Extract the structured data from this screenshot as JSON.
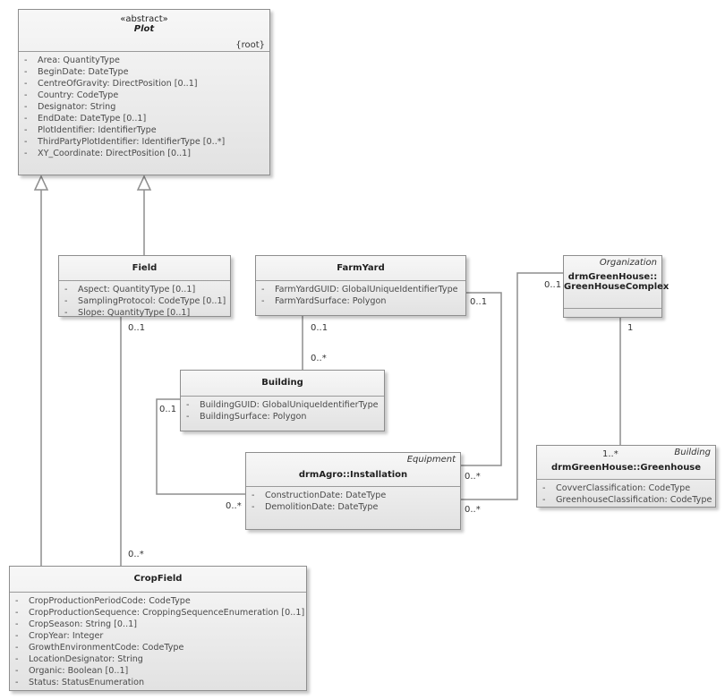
{
  "classes": {
    "plot": {
      "stereotype": "«abstract»",
      "name": "Plot",
      "tag": "{root}",
      "attributes": [
        "Area: QuantityType",
        "BeginDate: DateType",
        "CentreOfGravity: DirectPosition [0..1]",
        "Country: CodeType",
        "Designator: String",
        "EndDate: DateType [0..1]",
        "PlotIdentifier: IdentifierType",
        "ThirdPartyPlotIdentifier: IdentifierType [0..*]",
        "XY_Coordinate: DirectPosition [0..1]"
      ]
    },
    "field": {
      "name": "Field",
      "attributes": [
        "Aspect: QuantityType [0..1]",
        "SamplingProtocol: CodeType [0..1]",
        "Slope: QuantityType [0..1]"
      ]
    },
    "farmyard": {
      "name": "FarmYard",
      "attributes": [
        "FarmYardGUID: GlobalUniqueIdentifierType",
        "FarmYardSurface: Polygon"
      ]
    },
    "greenhouse_complex": {
      "corner": "Organization",
      "name_line1": "drmGreenHouse::",
      "name_line2": "GreenHouseComplex"
    },
    "building": {
      "name": "Building",
      "attributes": [
        "BuildingGUID: GlobalUniqueIdentifierType",
        "BuildingSurface: Polygon"
      ]
    },
    "installation": {
      "corner": "Equipment",
      "name": "drmAgro::Installation",
      "attributes": [
        "ConstructionDate: DateType",
        "DemolitionDate: DateType"
      ]
    },
    "greenhouse": {
      "corner": "Building",
      "name": "drmGreenHouse::Greenhouse",
      "attributes": [
        "CovverClassification: CodeType",
        "GreenhouseClassification: CodeType"
      ]
    },
    "cropfield": {
      "name": "CropField",
      "attributes": [
        "CropProductionPeriodCode: CodeType",
        "CropProductionSequence: CroppingSequenceEnumeration [0..1]",
        "CropSeason: String [0..1]",
        "CropYear: Integer",
        "GrowthEnvironmentCode: CodeType",
        "LocationDesignator: String",
        "Organic: Boolean [0..1]",
        "Status: StatusEnumeration"
      ]
    }
  },
  "multiplicities": {
    "field_cropfield_top": "0..1",
    "field_cropfield_bottom": "0..*",
    "farmyard_building_top": "0..1",
    "farmyard_building_bottom": "0..*",
    "farmyard_installation_top": "0..1",
    "farmyard_installation_bottom": "0..*",
    "building_installation_top": "0..1",
    "building_installation_bottom": "0..*",
    "complex_installation_top": "0..1",
    "complex_installation_bottom": "0..*",
    "complex_greenhouse_top": "1",
    "complex_greenhouse_bottom": "1..*"
  }
}
